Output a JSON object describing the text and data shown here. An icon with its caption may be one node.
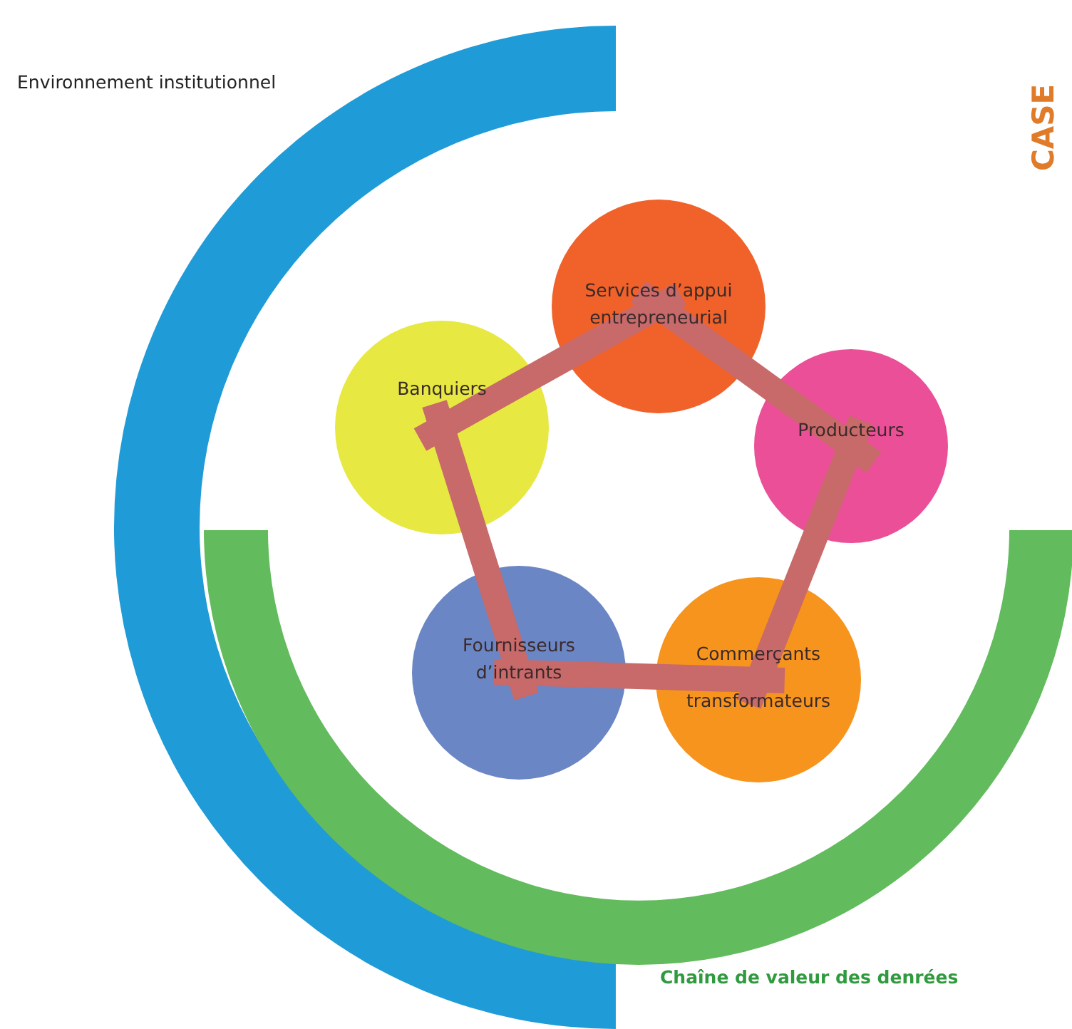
{
  "diagram": {
    "nodes": [
      {
        "text": [
          "Services d’appui entrepreneurial"
        ]
      },
      {
        "text": [
          "Banquiers"
        ]
      },
      {
        "text": [
          "Producteurs"
        ]
      },
      {
        "text": [
          "Fournisseurs d’intrants"
        ]
      },
      {
        "text": [
          "Commerçants transformateurs"
        ]
      }
    ],
    "edges": [
      {
        "from": 0,
        "to": 2,
        "arrow": "none"
      },
      {
        "from": 2,
        "to": 4,
        "arrow": "none"
      },
      {
        "from": 4,
        "to": 3,
        "arrow": "none"
      },
      {
        "from": 3,
        "to": 1,
        "arrow": "none"
      },
      {
        "from": 1,
        "to": 0,
        "arrow": "none"
      }
    ],
    "labels": [
      "Environnement institutionnel",
      "CASE",
      "Chaîne de valeur des denrées"
    ]
  }
}
